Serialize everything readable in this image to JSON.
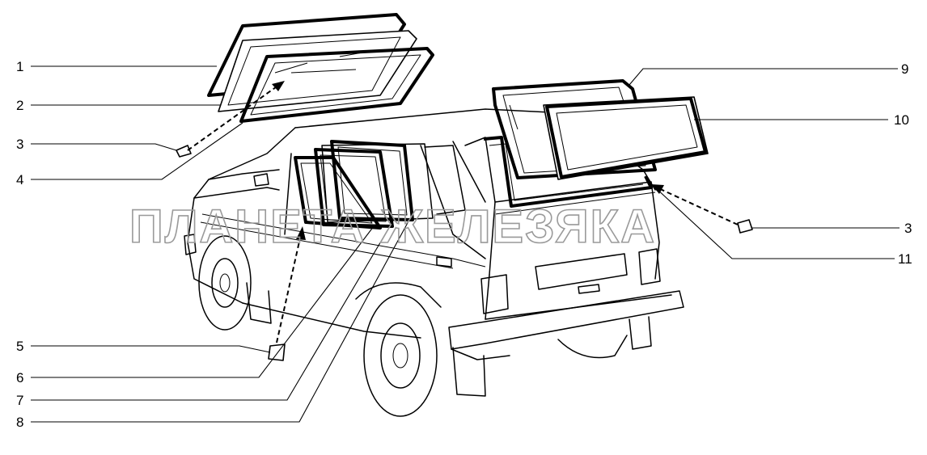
{
  "diagram": {
    "callouts": [
      {
        "id": "c1",
        "label": "1"
      },
      {
        "id": "c2",
        "label": "2"
      },
      {
        "id": "c3",
        "label": "3"
      },
      {
        "id": "c4",
        "label": "4"
      },
      {
        "id": "c5",
        "label": "5"
      },
      {
        "id": "c6",
        "label": "6"
      },
      {
        "id": "c7",
        "label": "7"
      },
      {
        "id": "c8",
        "label": "8"
      },
      {
        "id": "c9",
        "label": "9"
      },
      {
        "id": "c10",
        "label": "10"
      },
      {
        "id": "c3b",
        "label": "3"
      },
      {
        "id": "c11",
        "label": "11"
      }
    ],
    "watermark": "ПЛАНЕТА ЖЕЛЕЗЯКА"
  }
}
